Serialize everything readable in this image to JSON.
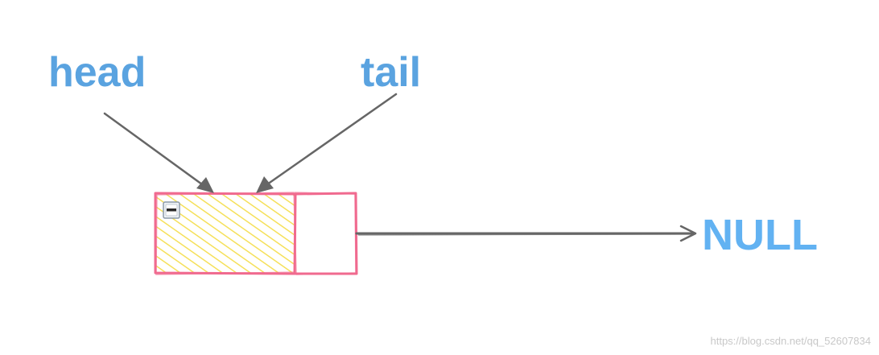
{
  "labels": {
    "head": "head",
    "tail": "tail",
    "null": "NULL"
  },
  "watermark": "https://blog.csdn.net/qq_52607834",
  "node": {
    "data_icon": "minus-icon",
    "data_cell_fill": "hatched-yellow",
    "next_cell_fill": "empty"
  },
  "colors": {
    "label_blue": "#5aa3e0",
    "null_blue": "#62b2f2",
    "node_border": "#f06a8f",
    "hatch_yellow": "#f5e05a",
    "arrow_gray": "#666666",
    "watermark_gray": "#c8c8c8"
  }
}
